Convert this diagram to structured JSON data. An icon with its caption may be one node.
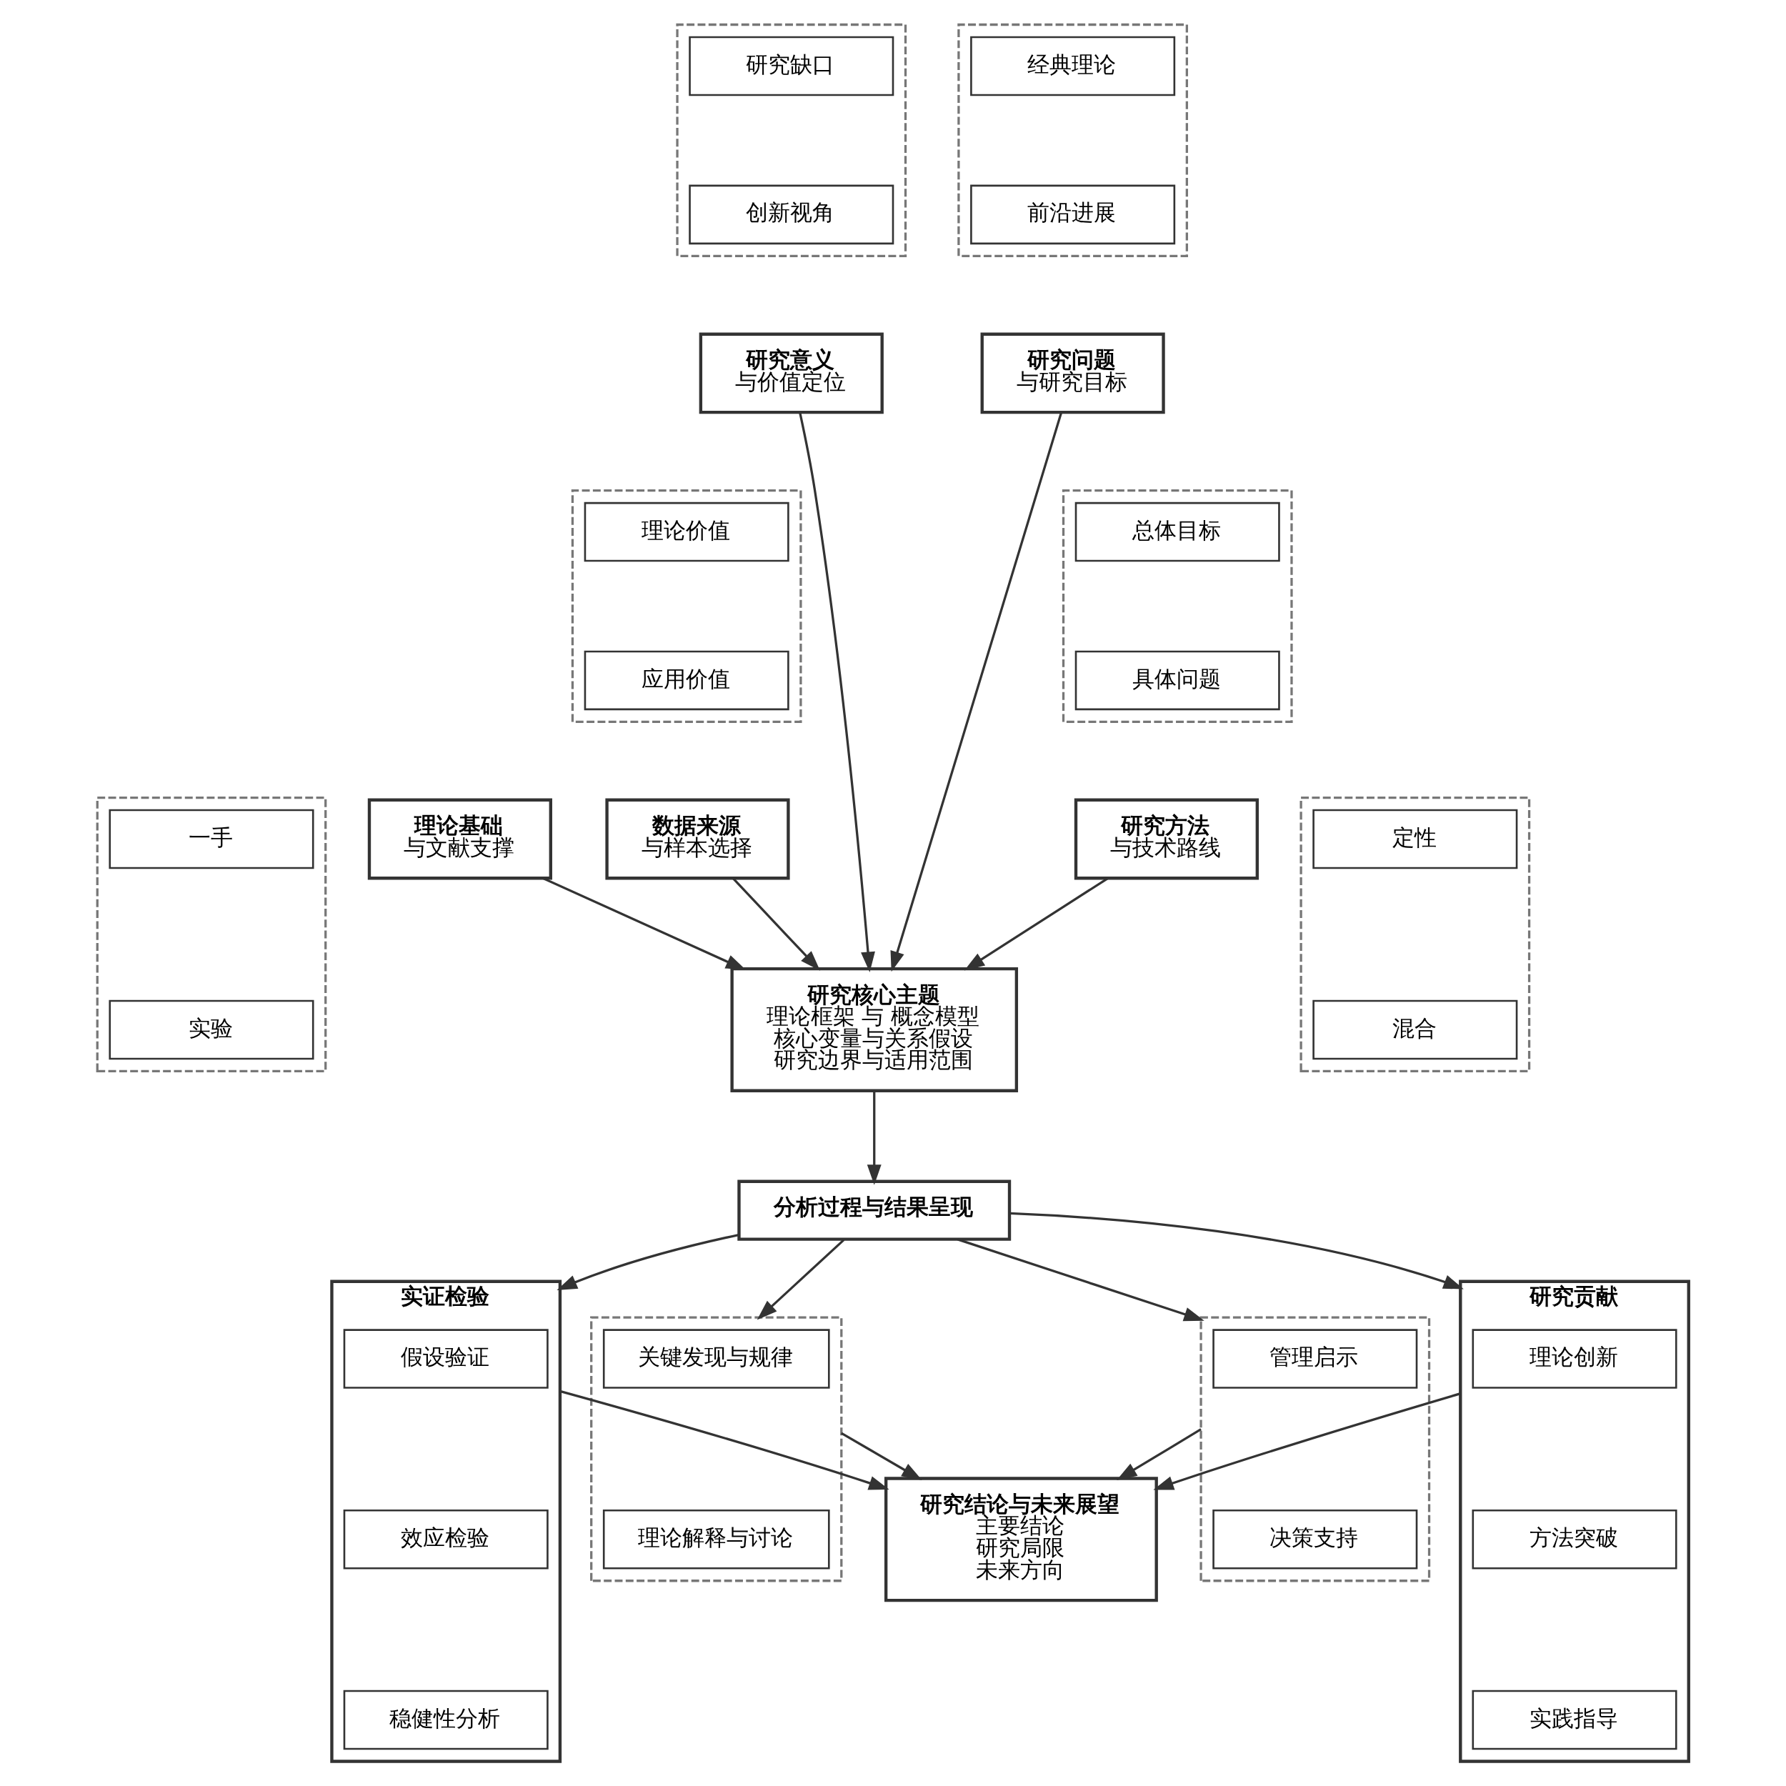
{
  "diagram": {
    "nodes": [
      {
        "text": [
          "理论基础",
          "与文献支撑"
        ]
      },
      {
        "text": [],
        "shape": "box"
      },
      {
        "text": [
          "经典理论"
        ],
        "in": 1
      },
      {
        "text": [
          "前沿进展"
        ],
        "in": 1
      },
      {
        "text": [],
        "shape": "box"
      },
      {
        "text": [
          "研究缺口"
        ],
        "in": 4
      },
      {
        "text": [
          "创新视角"
        ],
        "in": 4
      },
      {
        "text": [
          "研究问题",
          "与研究目标"
        ]
      },
      {
        "text": [
          "研究意义",
          "与价值定位"
        ]
      },
      {
        "text": [],
        "shape": "box"
      },
      {
        "text": [
          "总体目标"
        ],
        "in": 9
      },
      {
        "text": [
          "具体问题"
        ],
        "in": 9
      },
      {
        "text": [],
        "shape": "box"
      },
      {
        "text": [
          "理论价值"
        ],
        "in": 12
      },
      {
        "text": [
          "应用价值"
        ],
        "in": 12
      },
      {
        "text": [
          "研究方法",
          "与技术路线"
        ]
      },
      {
        "text": [],
        "shape": "box"
      },
      {
        "text": [
          "定性"
        ],
        "in": 16
      },
      {
        "text": [
          "混合"
        ],
        "in": 16
      },
      {
        "text": [
          "研究核心主题",
          "理论框架 与 概念模型",
          "核心变量与关系假设",
          "研究边界与适用范围"
        ]
      },
      {
        "text": [],
        "shape": "box"
      },
      {
        "text": [
          "一手"
        ],
        "in": 20
      },
      {
        "text": [
          "实验"
        ],
        "in": 20
      },
      {
        "text": [
          "数据来源",
          "与样本选择"
        ]
      },
      {
        "text": [
          "分析过程与结果呈现"
        ]
      },
      {
        "text": [
          "实证检验"
        ]
      },
      {
        "text": [
          "假设验证"
        ],
        "in": 25
      },
      {
        "text": [
          "效应检验"
        ],
        "in": 25
      },
      {
        "text": [
          "稳健性分析"
        ],
        "in": 25
      },
      {
        "text": [],
        "shape": "box"
      },
      {
        "text": [
          "关键发现与规律"
        ],
        "in": 29
      },
      {
        "text": [
          "理论解释与讨论"
        ],
        "in": 29
      },
      {
        "text": [],
        "shape": "box"
      },
      {
        "text": [
          "管理启示"
        ],
        "in": 32
      },
      {
        "text": [
          "决策支持"
        ],
        "in": 32
      },
      {
        "text": [
          "研究贡献"
        ]
      },
      {
        "text": [
          "理论创新"
        ],
        "in": 35
      },
      {
        "text": [
          "方法突破"
        ],
        "in": 35
      },
      {
        "text": [
          "实践指导"
        ],
        "in": 35
      },
      {
        "text": [
          "研究结论与未来展望",
          "主要结论",
          "研究局限",
          "未来方向"
        ]
      }
    ],
    "edges": [
      {
        "from": 0,
        "to": 19,
        "arrow": "to"
      },
      {
        "from": 7,
        "to": 19,
        "arrow": "to"
      },
      {
        "from": 8,
        "to": 19,
        "arrow": "to"
      },
      {
        "from": 15,
        "to": 19,
        "arrow": "to"
      },
      {
        "from": 23,
        "to": 19,
        "arrow": "to"
      },
      {
        "from": 19,
        "to": 24,
        "arrow": "to"
      },
      {
        "from": 24,
        "to": 25,
        "arrow": "to"
      },
      {
        "from": 24,
        "to": 35,
        "arrow": "to"
      },
      {
        "from": 24,
        "to": 29,
        "arrow": "to"
      },
      {
        "from": 24,
        "to": 32,
        "arrow": "to"
      },
      {
        "from": 25,
        "to": 39,
        "arrow": "to"
      },
      {
        "from": 29,
        "to": 39,
        "arrow": "to"
      },
      {
        "from": 32,
        "to": 39,
        "arrow": "to"
      },
      {
        "from": 35,
        "to": 39,
        "arrow": "to"
      }
    ]
  }
}
